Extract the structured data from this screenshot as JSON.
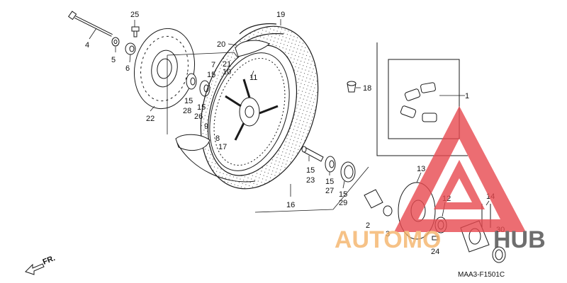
{
  "diagram": {
    "part_numbers": [
      "1",
      "2",
      "3",
      "4",
      "5",
      "6",
      "7",
      "8",
      "9",
      "10",
      "11",
      "12",
      "13",
      "14",
      "15",
      "15",
      "15",
      "15",
      "15",
      "15",
      "16",
      "17",
      "18",
      "19",
      "20",
      "21",
      "22",
      "23",
      "24",
      "25",
      "26",
      "27",
      "28",
      "29",
      "30"
    ],
    "drawing_code": "MAA3-F1501C",
    "direction_label": "FR.",
    "watermark": {
      "text_left": "AUTOMO",
      "text_right": "HUB",
      "colors": {
        "triangle": "#e8494f",
        "text_left": "#f5b36a",
        "text_right": "#4a4a4a"
      }
    }
  },
  "colors": {
    "line": "#1a1a1a",
    "background": "#ffffff"
  }
}
